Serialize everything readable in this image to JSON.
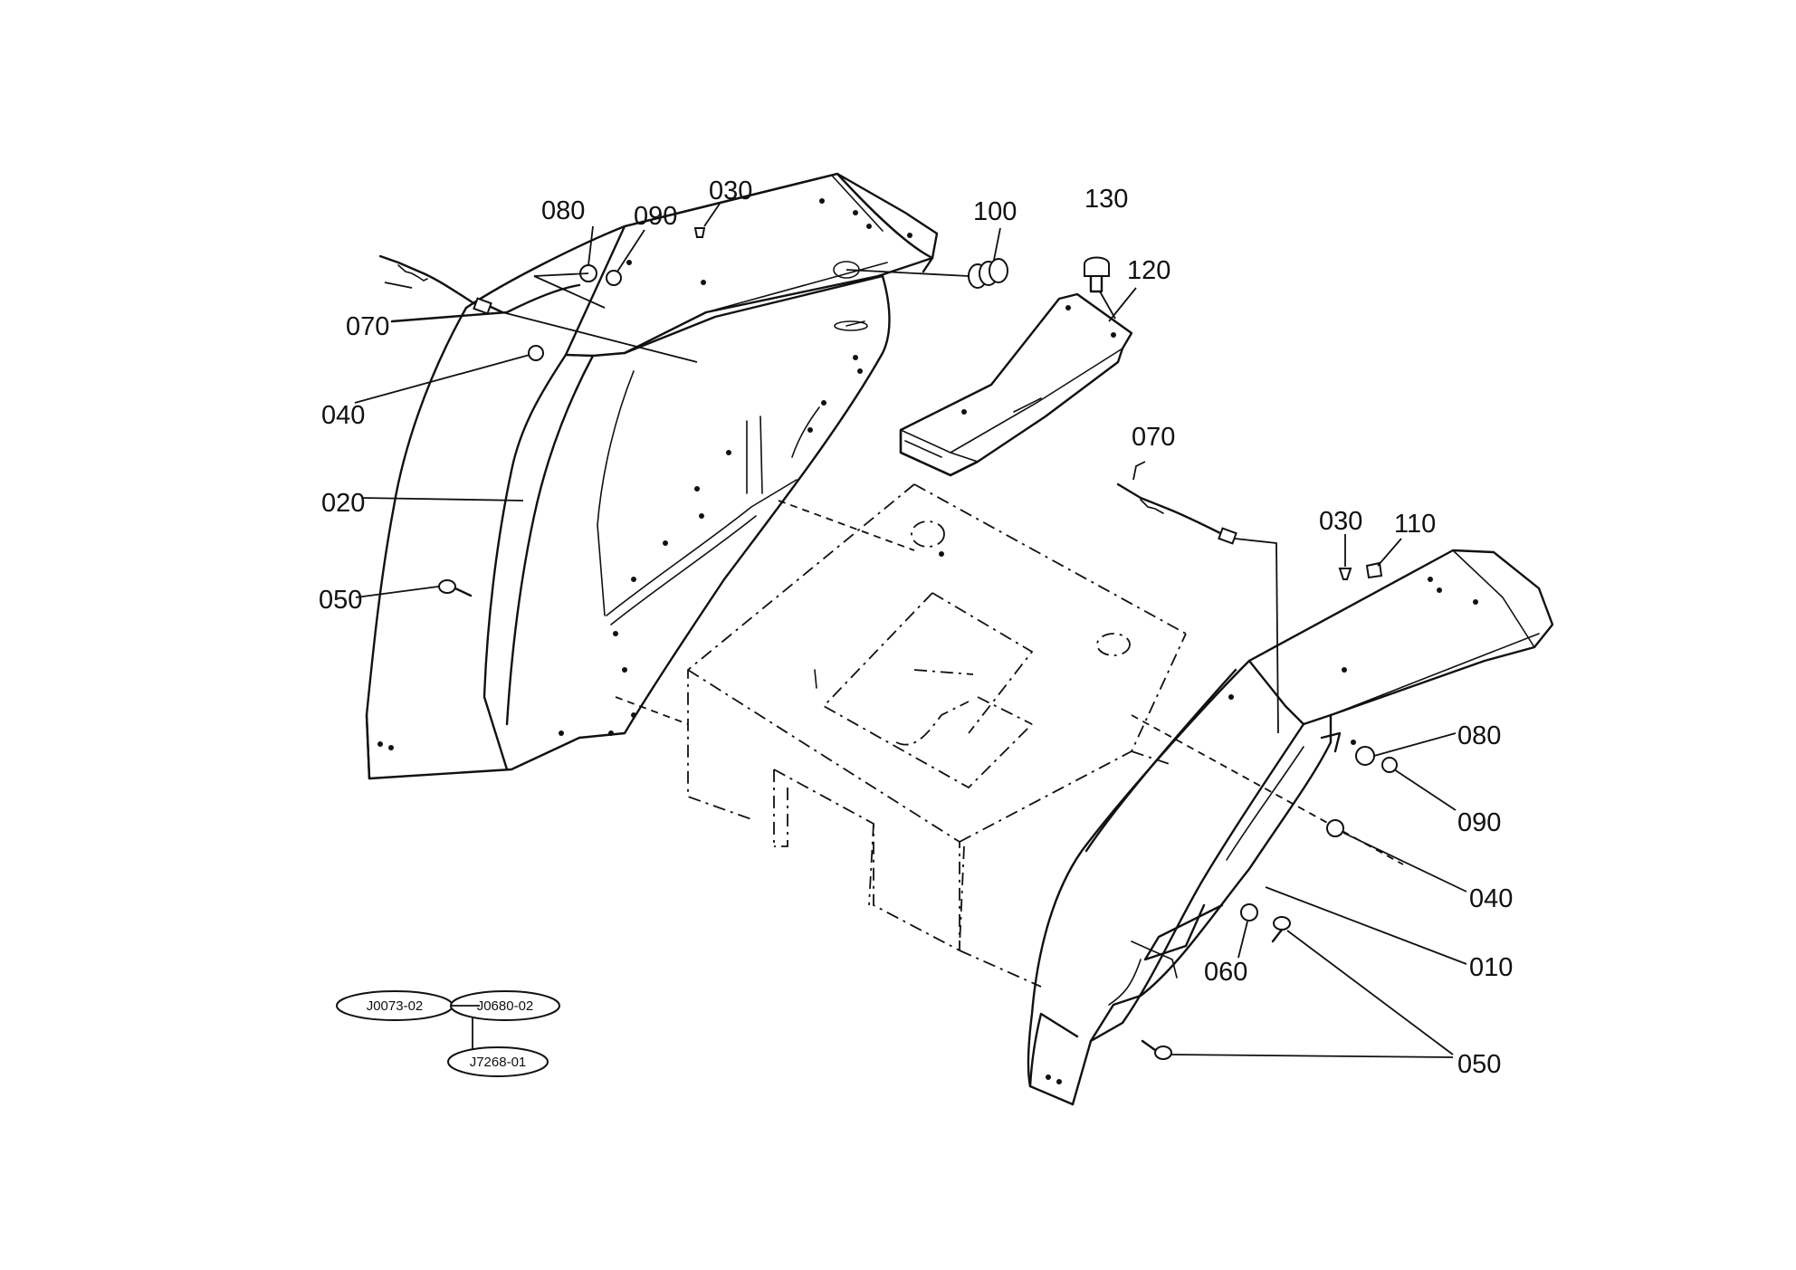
{
  "labels": {
    "l010": "010",
    "l020": "020",
    "l030a": "030",
    "l030b": "030",
    "l040a": "040",
    "l040b": "040",
    "l050a": "050",
    "l050b": "050",
    "l060": "060",
    "l070a": "070",
    "l070b": "070",
    "l080a": "080",
    "l080b": "080",
    "l090a": "090",
    "l090b": "090",
    "l100": "100",
    "l110": "110",
    "l120": "120",
    "l130": "130"
  },
  "references": {
    "r1": "J0073-02",
    "r2": "J0680-02",
    "r3": "J7268-01"
  }
}
